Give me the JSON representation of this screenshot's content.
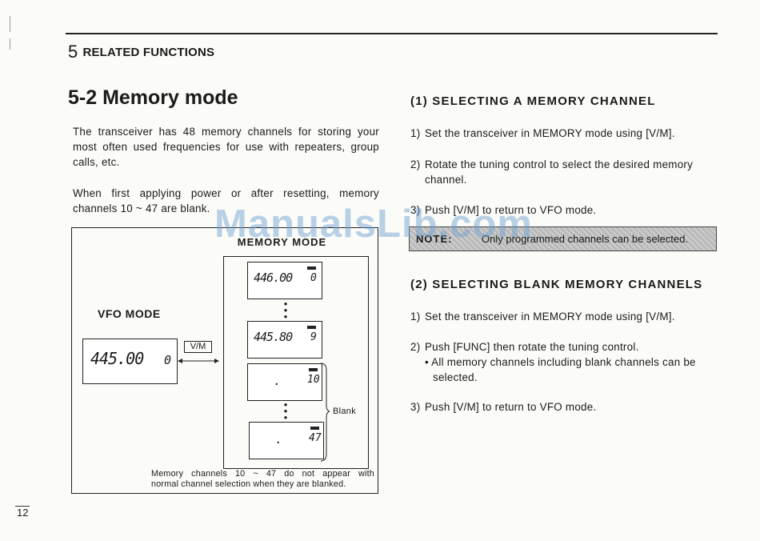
{
  "header": {
    "section_number": "5",
    "section_title": "RELATED FUNCTIONS"
  },
  "page_title": "5-2 Memory mode",
  "intro": {
    "p1": "The transceiver has 48 memory channels for storing your most often used frequencies for use with repeaters, group calls, etc.",
    "p2": "When first applying power or after resetting, memory channels 10 ~ 47 are blank."
  },
  "diagram": {
    "memory_mode_title": "MEMORY MODE",
    "vfo_label": "VFO MODE",
    "vfo_display": {
      "freq": "445.00",
      "channel": "0"
    },
    "vm_key": "V/M",
    "memory_displays": [
      {
        "freq": "446.00",
        "channel": "0"
      },
      {
        "freq": "445.80",
        "channel": "9"
      },
      {
        "freq": ".",
        "channel": "10"
      },
      {
        "freq": ".",
        "channel": "47"
      }
    ],
    "blank_label": "Blank",
    "caption_line1": "Memory channels 10 ~ 47 do not appear with",
    "caption_line2": "normal channel selection when they are blanked."
  },
  "section1": {
    "heading": "(1) SELECTING A MEMORY CHANNEL",
    "steps": [
      {
        "n": "1)",
        "text": "Set the transceiver in MEMORY mode using [V/M]."
      },
      {
        "n": "2)",
        "text": "Rotate the tuning control to select the desired memory",
        "cont": "channel."
      },
      {
        "n": "3)",
        "text": "Push [V/M] to return to VFO mode."
      }
    ],
    "note_label": "NOTE:",
    "note_text": "Only programmed channels can be selected."
  },
  "section2": {
    "heading": "(2) SELECTING BLANK MEMORY CHANNELS",
    "steps": [
      {
        "n": "1)",
        "text": "Set the transceiver in MEMORY mode using [V/M]."
      },
      {
        "n": "2)",
        "text": "Push [FUNC] then rotate the tuning control.",
        "bullet": "• All memory channels including blank channels can be",
        "bullet_cont": "selected."
      },
      {
        "n": "3)",
        "text": "Push [V/M] to return to VFO mode."
      }
    ]
  },
  "watermark": "ManualsLib.com",
  "page_number": "12"
}
